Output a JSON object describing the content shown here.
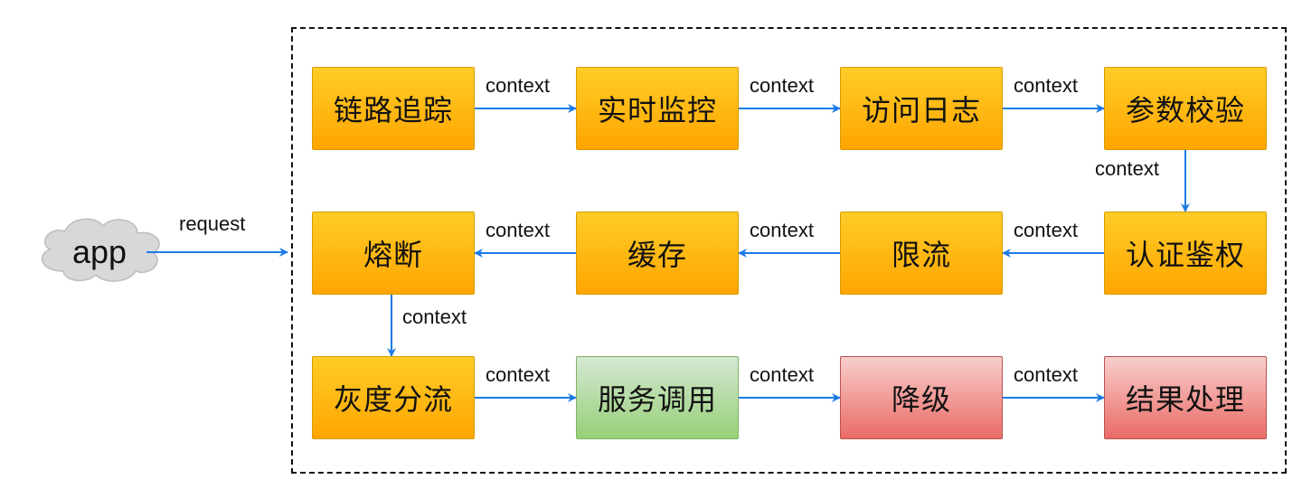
{
  "client": {
    "label": "app"
  },
  "entry_edge": {
    "label": "request"
  },
  "nodes": [
    {
      "id": "trace",
      "label": "链路追踪",
      "style": "orange"
    },
    {
      "id": "monitor",
      "label": "实时监控",
      "style": "orange"
    },
    {
      "id": "access-log",
      "label": "访问日志",
      "style": "orange"
    },
    {
      "id": "param-check",
      "label": "参数校验",
      "style": "orange"
    },
    {
      "id": "auth",
      "label": "认证鉴权",
      "style": "orange"
    },
    {
      "id": "rate-limit",
      "label": "限流",
      "style": "orange"
    },
    {
      "id": "cache",
      "label": "缓存",
      "style": "orange"
    },
    {
      "id": "circuit-breaker",
      "label": "熔断",
      "style": "orange"
    },
    {
      "id": "gray-release",
      "label": "灰度分流",
      "style": "orange"
    },
    {
      "id": "service-call",
      "label": "服务调用",
      "style": "green"
    },
    {
      "id": "degrade",
      "label": "降级",
      "style": "red"
    },
    {
      "id": "result",
      "label": "结果处理",
      "style": "red"
    }
  ],
  "edges": [
    {
      "from": "trace",
      "to": "monitor",
      "label": "context"
    },
    {
      "from": "monitor",
      "to": "access-log",
      "label": "context"
    },
    {
      "from": "access-log",
      "to": "param-check",
      "label": "context"
    },
    {
      "from": "param-check",
      "to": "auth",
      "label": "context"
    },
    {
      "from": "auth",
      "to": "rate-limit",
      "label": "context"
    },
    {
      "from": "rate-limit",
      "to": "cache",
      "label": "context"
    },
    {
      "from": "cache",
      "to": "circuit-breaker",
      "label": "context"
    },
    {
      "from": "circuit-breaker",
      "to": "gray-release",
      "label": "context"
    },
    {
      "from": "gray-release",
      "to": "service-call",
      "label": "context"
    },
    {
      "from": "service-call",
      "to": "degrade",
      "label": "context"
    },
    {
      "from": "degrade",
      "to": "result",
      "label": "context"
    }
  ],
  "colors": {
    "arrow": "#1e7be6",
    "orange_fill_top": "#ffcd28",
    "orange_fill_bottom": "#ffa500",
    "green_fill_top": "#d5e8d4",
    "green_fill_bottom": "#97d077",
    "red_fill_top": "#f8cecc",
    "red_fill_bottom": "#ea6b66"
  }
}
